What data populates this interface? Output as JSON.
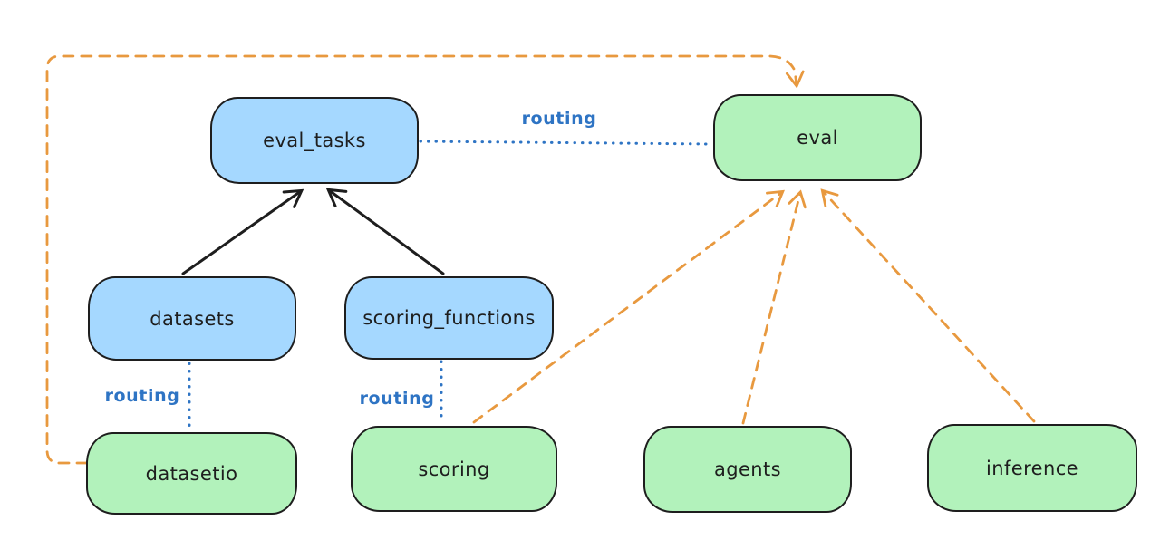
{
  "diagram": {
    "title": "",
    "colors": {
      "box_blue_fill": "#a5d8ff",
      "box_green_fill": "#b2f2bb",
      "box_stroke": "#1e1e1e",
      "routing_blue": "#2e74c4",
      "arrow_orange": "#e8993f",
      "arrow_black": "#1e1e1e",
      "background": "#ffffff"
    },
    "nodes": {
      "eval_tasks": {
        "label": "eval_tasks",
        "fill": "blue"
      },
      "eval": {
        "label": "eval",
        "fill": "green"
      },
      "datasets": {
        "label": "datasets",
        "fill": "blue"
      },
      "scoring_functions": {
        "label": "scoring_functions",
        "fill": "blue"
      },
      "datasetio": {
        "label": "datasetio",
        "fill": "green"
      },
      "scoring": {
        "label": "scoring",
        "fill": "green"
      },
      "agents": {
        "label": "agents",
        "fill": "green"
      },
      "inference": {
        "label": "inference",
        "fill": "green"
      }
    },
    "edge_labels": {
      "eval_tasks_to_eval": "routing",
      "datasets_to_datasetio": "routing",
      "scoring_functions_to_scoring": "routing"
    },
    "edges": [
      {
        "from": "datasets",
        "to": "eval_tasks",
        "style": "solid-black-arrow",
        "label": ""
      },
      {
        "from": "scoring_functions",
        "to": "eval_tasks",
        "style": "solid-black-arrow",
        "label": ""
      },
      {
        "from": "eval_tasks",
        "to": "eval",
        "style": "dotted-blue",
        "label": "routing"
      },
      {
        "from": "datasets",
        "to": "datasetio",
        "style": "dotted-blue",
        "label": "routing"
      },
      {
        "from": "scoring_functions",
        "to": "scoring",
        "style": "dotted-blue",
        "label": "routing"
      },
      {
        "from": "datasetio",
        "to": "eval",
        "style": "dashed-orange-arrow",
        "label": ""
      },
      {
        "from": "scoring",
        "to": "eval",
        "style": "dashed-orange-arrow",
        "label": ""
      },
      {
        "from": "agents",
        "to": "eval",
        "style": "dashed-orange-arrow",
        "label": ""
      },
      {
        "from": "inference",
        "to": "eval",
        "style": "dashed-orange-arrow",
        "label": ""
      }
    ]
  }
}
